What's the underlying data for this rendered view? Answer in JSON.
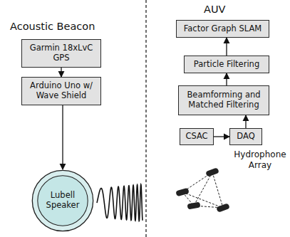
{
  "diagram": {
    "nodes": [
      {
        "text": [
          "Garmin 18xLvC GPS"
        ]
      },
      {
        "text": [
          "Arduino Uno w/ Wave Shield"
        ]
      },
      {
        "text": [
          "Lubell Speaker"
        ]
      },
      {
        "text": [
          "Factor Graph SLAM"
        ]
      },
      {
        "text": [
          "Particle Filtering"
        ]
      },
      {
        "text": [
          "Beamforming and Matched Filtering"
        ]
      },
      {
        "text": [
          "CSAC"
        ]
      },
      {
        "text": [
          "DAQ"
        ]
      }
    ],
    "edges": [
      {
        "from": 0,
        "to": 1,
        "arrow": "to"
      },
      {
        "from": 1,
        "to": 2,
        "arrow": "to"
      },
      {
        "from": 6,
        "to": 7,
        "arrow": "to"
      },
      {
        "from": 7,
        "to": 5,
        "arrow": "to"
      },
      {
        "from": 5,
        "to": 4,
        "arrow": "to"
      },
      {
        "from": 4,
        "to": 3,
        "arrow": "to"
      }
    ],
    "labels": [
      "Acoustic Beacon",
      "AUV",
      "Hydrophone Array"
    ]
  }
}
